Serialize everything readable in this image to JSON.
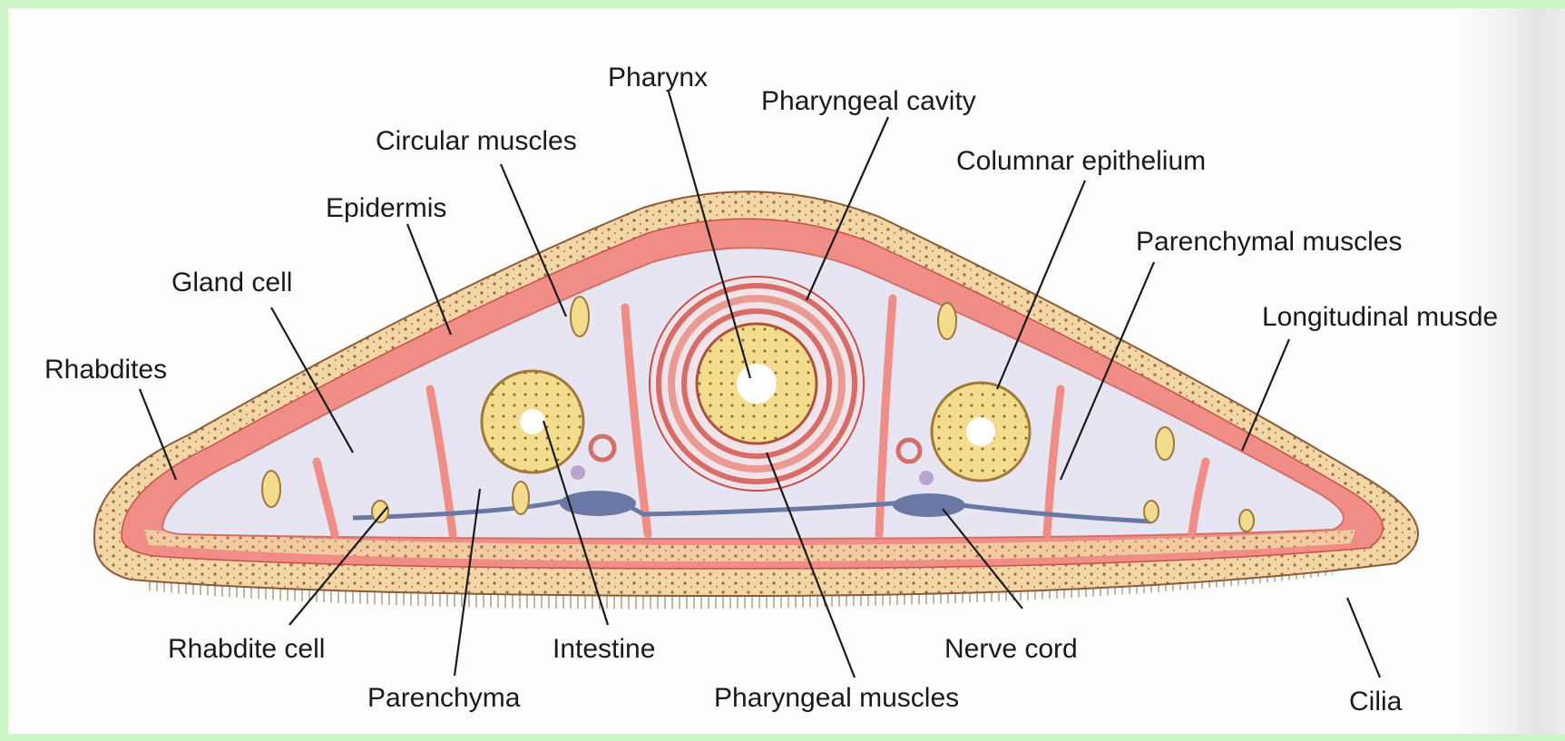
{
  "labels": {
    "pharynx": "Pharynx",
    "pharyngeal_cavity": "Pharyngeal cavity",
    "circular_muscles": "Circular muscles",
    "columnar_epithelium": "Columnar epithelium",
    "epidermis": "Epidermis",
    "parenchymal_muscles": "Parenchymal muscles",
    "gland_cell": "Gland cell",
    "longitudinal_muscle": "Longitudinal musde",
    "rhabdites": "Rhabdites",
    "rhabdite_cell": "Rhabdite cell",
    "intestine": "Intestine",
    "nerve_cord": "Nerve cord",
    "cilia": "Cilia",
    "parenchyma": "Parenchyma",
    "pharyngeal_muscles": "Pharyngeal muscles"
  },
  "colors": {
    "background_frame": "#ccf5c7",
    "epidermis": "#f3d6a6",
    "muscle_band": "#ef8d86",
    "parenchyma_fill": "#e7e5f1",
    "gut_yellow": "#f3dc8e",
    "nerve_blue": "#6a78a6"
  }
}
